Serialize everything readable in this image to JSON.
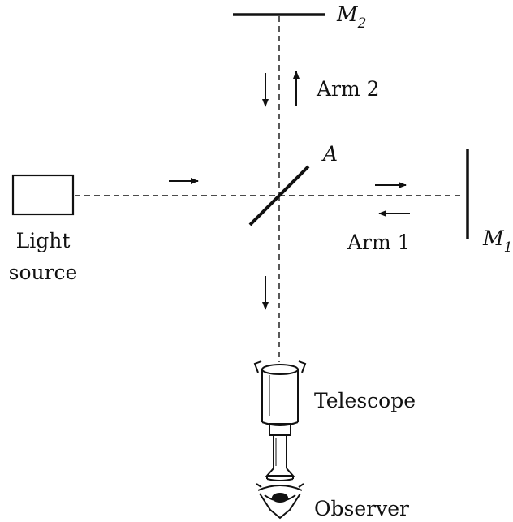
{
  "mirrors": {
    "m1": {
      "letter": "M",
      "subscript": "1"
    },
    "m2": {
      "letter": "M",
      "subscript": "2"
    }
  },
  "beam_splitter": {
    "label": "A"
  },
  "arms": {
    "arm1": "Arm 1",
    "arm2": "Arm 2"
  },
  "light_source": {
    "line1": "Light",
    "line2": "source"
  },
  "telescope": {
    "label": "Telescope"
  },
  "observer": {
    "label": "Observer"
  },
  "colors": {
    "ink": "#111111",
    "background": "#ffffff"
  },
  "icons": {
    "light_source": "rectangle-box-icon",
    "telescope": "telescope-icon",
    "observer": "eye-icon",
    "arrow": "arrow-icon"
  }
}
